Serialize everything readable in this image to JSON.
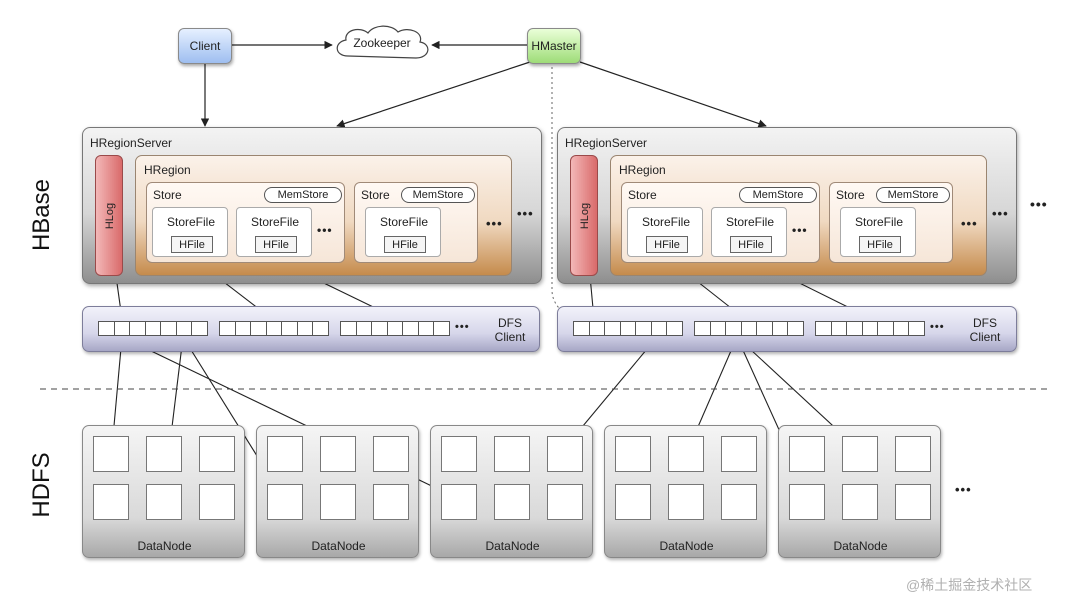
{
  "labels": {
    "client": "Client",
    "zookeeper": "Zookeeper",
    "hmaster": "HMaster",
    "hbase": "HBase",
    "hdfs": "HDFS",
    "region_server": "HRegionServer",
    "hlog": "HLog",
    "hregion": "HRegion",
    "store": "Store",
    "memstore": "MemStore",
    "storefile": "StoreFile",
    "hfile": "HFile",
    "dfs_client_line1": "DFS",
    "dfs_client_line2": "Client",
    "datanode": "DataNode",
    "ellipsis": "•••"
  },
  "watermark": "@稀土掘金技术社区"
}
